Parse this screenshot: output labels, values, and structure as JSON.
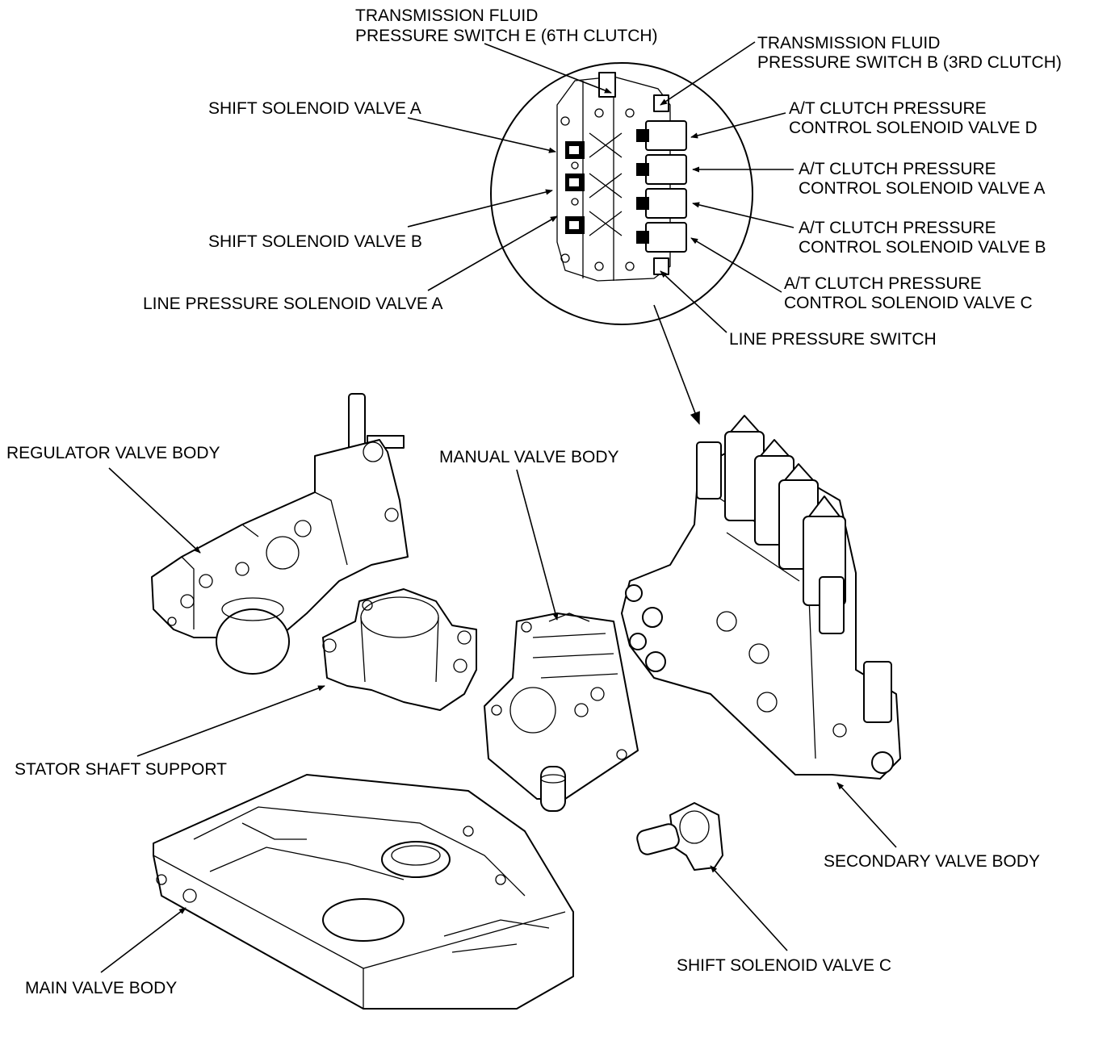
{
  "labels": {
    "tfps_e": [
      "TRANSMISSION FLUID",
      "PRESSURE SWITCH E (6TH CLUTCH)"
    ],
    "tfps_b": [
      "TRANSMISSION FLUID",
      "PRESSURE SWITCH B (3RD CLUTCH)"
    ],
    "shift_a": "SHIFT SOLENOID VALVE A",
    "atc_d": [
      "A/T CLUTCH PRESSURE",
      "CONTROL SOLENOID VALVE D"
    ],
    "atc_a": [
      "A/T CLUTCH PRESSURE",
      "CONTROL SOLENOID VALVE A"
    ],
    "atc_b": [
      "A/T CLUTCH PRESSURE",
      "CONTROL SOLENOID VALVE B"
    ],
    "atc_c": [
      "A/T CLUTCH PRESSURE",
      "CONTROL SOLENOID VALVE C"
    ],
    "shift_b": "SHIFT SOLENOID VALVE B",
    "line_psv_a": "LINE PRESSURE SOLENOID VALVE A",
    "line_ps": "LINE PRESSURE SWITCH",
    "regulator": "REGULATOR VALVE BODY",
    "manual": "MANUAL VALVE BODY",
    "stator": "STATOR SHAFT SUPPORT",
    "secondary": "SECONDARY VALVE BODY",
    "shift_c": "SHIFT SOLENOID VALVE C",
    "main": "MAIN VALVE BODY"
  }
}
